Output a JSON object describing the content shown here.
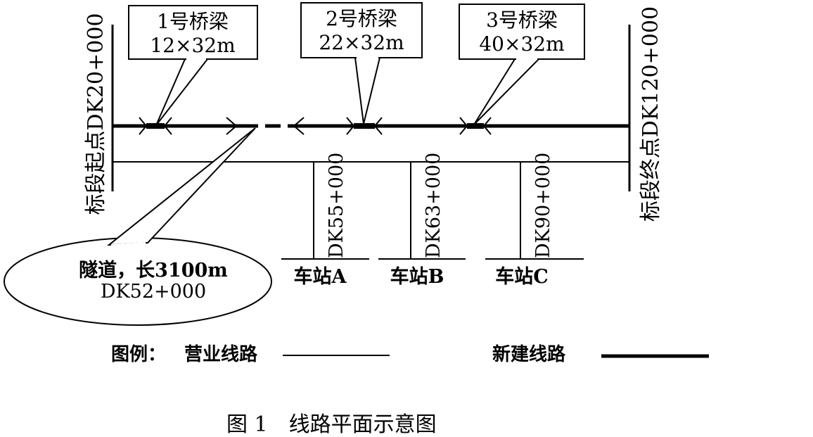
{
  "start_label": "标段起点DK20+000",
  "end_label": "标段终点DK120+000",
  "bridges": [
    {
      "name": "1号桥梁",
      "spec": "12×32m"
    },
    {
      "name": "2号桥梁",
      "spec": "22×32m"
    },
    {
      "name": "3号桥梁",
      "spec": "40×32m"
    }
  ],
  "tunnel": {
    "line1": "隧道，长3100m",
    "line2": "DK52+000"
  },
  "stations": [
    {
      "mileage": "DK55+000",
      "name": "车站A"
    },
    {
      "mileage": "DK63+000",
      "name": "车站B"
    },
    {
      "mileage": "DK90+000",
      "name": "车站C"
    }
  ],
  "legend": {
    "prefix": "图例：",
    "existing": "营业线路",
    "new": "新建线路"
  },
  "caption": "图 1　线路平面示意图"
}
